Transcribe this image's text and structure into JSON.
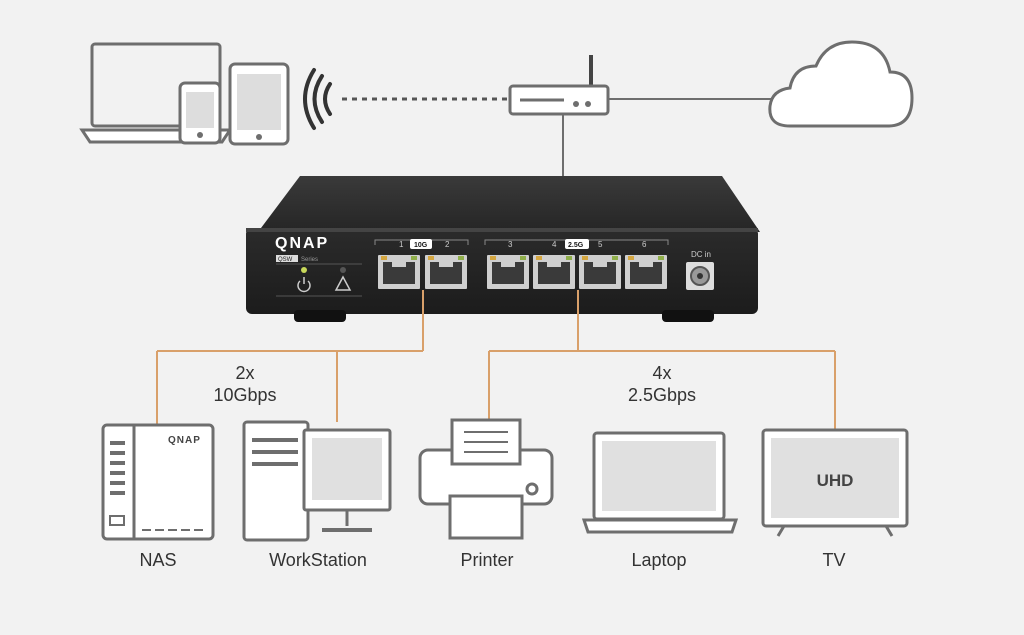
{
  "switch": {
    "brand": "QNAP",
    "series": "QSW",
    "series_suffix": "Series",
    "port_numbers": [
      "1",
      "2",
      "3",
      "4",
      "5",
      "6"
    ],
    "badge_10g": "10G",
    "badge_25g": "2.5G",
    "dc_label": "DC in",
    "power_icon": "power-icon",
    "warning_icon": "warning-icon"
  },
  "links": {
    "ten_g": {
      "line1": "2x",
      "line2": "10Gbps"
    },
    "two_five_g": {
      "line1": "4x",
      "line2": "2.5Gbps"
    }
  },
  "devices": {
    "nas": {
      "label": "NAS",
      "brand": "QNAP"
    },
    "workstation": {
      "label": "WorkStation"
    },
    "printer": {
      "label": "Printer"
    },
    "laptop": {
      "label": "Laptop"
    },
    "tv": {
      "label": "TV",
      "screen_text": "UHD"
    }
  },
  "colors": {
    "background": "#f2f2f2",
    "outline": "#6e6e6e",
    "link_10g": "#d9a06a",
    "link_25g": "#d9a06a",
    "switch_body": "#2a2a2a",
    "port_badge": "#ffffff"
  }
}
